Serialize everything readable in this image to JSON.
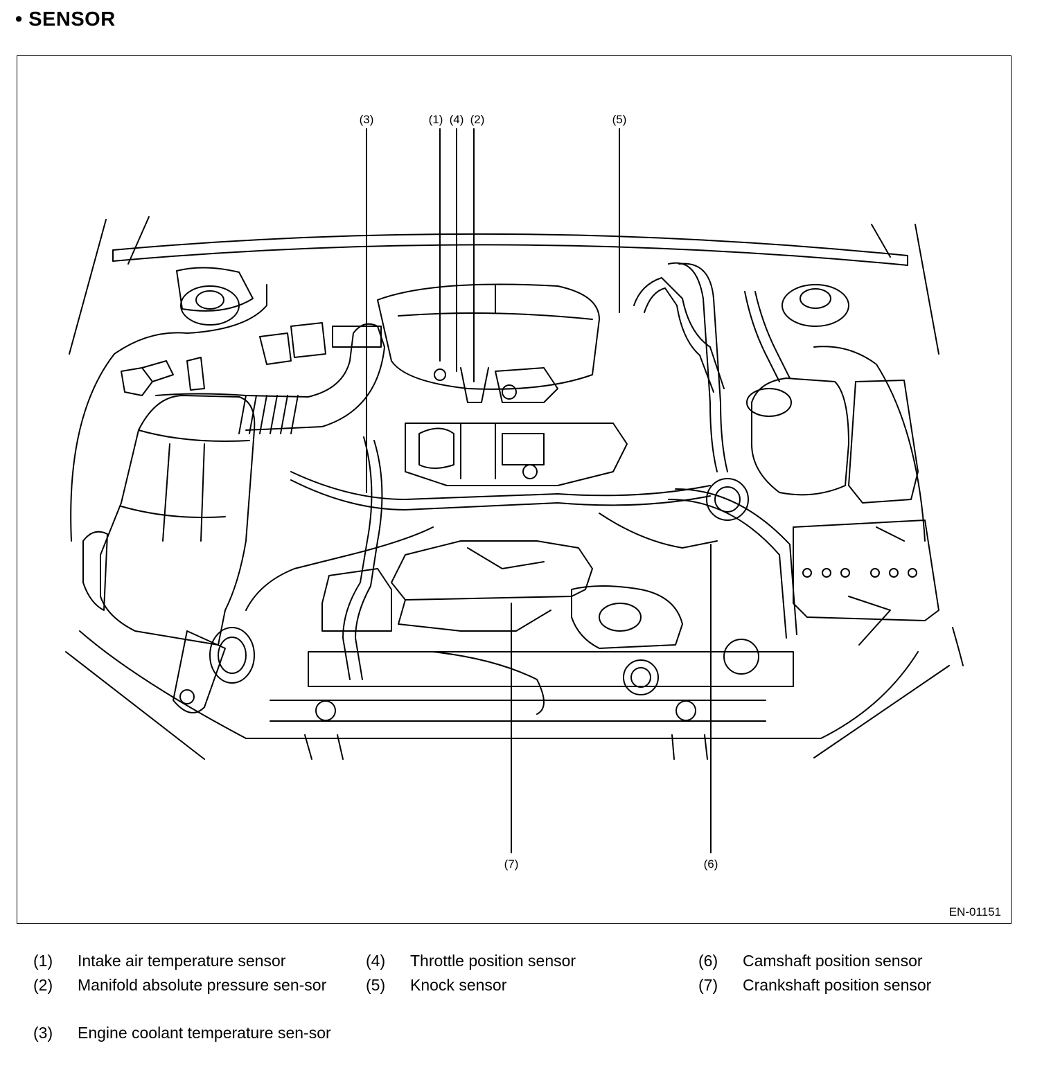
{
  "title": "• SENSOR",
  "figure": {
    "figure_id": "EN-01151",
    "callouts": [
      {
        "label": "(3)"
      },
      {
        "label": "(1)"
      },
      {
        "label": "(4)"
      },
      {
        "label": "(2)"
      },
      {
        "label": "(5)"
      },
      {
        "label": "(7)"
      },
      {
        "label": "(6)"
      }
    ]
  },
  "legend": [
    {
      "num": "(1)",
      "text": "Intake air temperature sensor"
    },
    {
      "num": "(2)",
      "text": "Manifold absolute pressure sen-sor"
    },
    {
      "num": "(3)",
      "text": "Engine coolant temperature sen-sor"
    },
    {
      "num": "(4)",
      "text": "Throttle position sensor"
    },
    {
      "num": "(5)",
      "text": "Knock sensor"
    },
    {
      "num": "(6)",
      "text": "Camshaft position sensor"
    },
    {
      "num": "(7)",
      "text": "Crankshaft position sensor"
    }
  ]
}
